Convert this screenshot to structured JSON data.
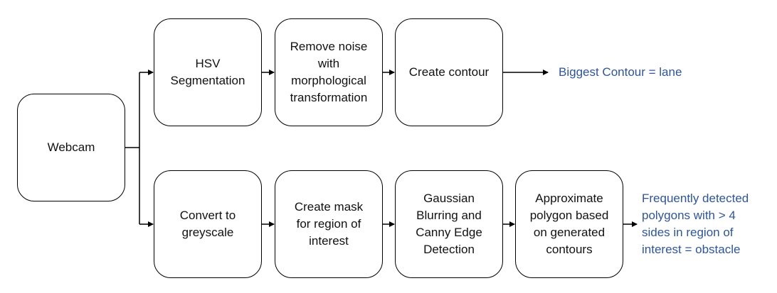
{
  "nodes": {
    "webcam": "Webcam",
    "hsv": "HSV\nSegmentation",
    "noise": "Remove noise\nwith\nmorphological\ntransformation",
    "contour": "Create contour",
    "greyscale": "Convert to\ngreyscale",
    "mask": "Create mask\nfor region of\ninterest",
    "gaussian": "Gaussian\nBlurring and\nCanny Edge\nDetection",
    "polygon": "Approximate\npolygon based\non generated\ncontours"
  },
  "outputs": {
    "lane": "Biggest Contour = lane",
    "obstacle": "Frequently detected\npolygons with > 4\nsides in region of\ninterest = obstacle"
  },
  "colors": {
    "output_text": "#2F5597",
    "box_border": "#000000"
  }
}
